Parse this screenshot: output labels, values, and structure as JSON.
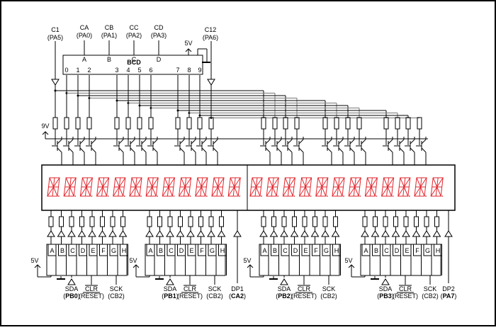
{
  "decoder": {
    "title": "BCD",
    "inputs": [
      "A",
      "B",
      "C",
      "D"
    ],
    "outputs": [
      "0",
      "1",
      "2",
      "3",
      "4",
      "5",
      "6",
      "7",
      "8",
      "9"
    ],
    "supply": "5V"
  },
  "top_signals": [
    {
      "name": "C1",
      "port": "(PA5)"
    },
    {
      "name": "CA",
      "port": "(PA0)"
    },
    {
      "name": "CB",
      "port": "(PA1)"
    },
    {
      "name": "CC",
      "port": "(PA2)"
    },
    {
      "name": "CD",
      "port": "(PA3)"
    },
    {
      "name": "C12",
      "port": "(PA6)"
    }
  ],
  "driver_supply": "9V",
  "display": {
    "digit_count": 24,
    "segment_color": "#e0242b"
  },
  "shift_registers": [
    {
      "pins": [
        "A",
        "B",
        "C",
        "D",
        "E",
        "F",
        "G",
        "H"
      ],
      "supply": "5V",
      "sda": "SDA",
      "sda_port": "PB0",
      "clr": "CLR",
      "reset": "RESET",
      "sck": "SCK",
      "sck_port": "(CB2)"
    },
    {
      "pins": [
        "A",
        "B",
        "C",
        "D",
        "E",
        "F",
        "G",
        "H"
      ],
      "supply": "5V",
      "sda": "SDA",
      "sda_port": "PB1",
      "clr": "CLR",
      "reset": "RESET",
      "sck": "SCK",
      "sck_port": "(CB2)"
    },
    {
      "pins": [
        "A",
        "B",
        "C",
        "D",
        "E",
        "F",
        "G",
        "H"
      ],
      "supply": "5V",
      "sda": "SDA",
      "sda_port": "PB2",
      "clr": "CLR",
      "reset": "RESET",
      "sck": "SCK",
      "sck_port": "(CB2)"
    },
    {
      "pins": [
        "A",
        "B",
        "C",
        "D",
        "E",
        "F",
        "G",
        "H"
      ],
      "supply": "5V",
      "sda": "SDA",
      "sda_port": "PB3",
      "clr": "CLR",
      "reset": "RESET",
      "sck": "SCK",
      "sck_port": "(CB2)"
    }
  ],
  "dp_signals": [
    {
      "name": "DP1",
      "port": "CA2"
    },
    {
      "name": "DP2",
      "port": "PA7"
    }
  ]
}
